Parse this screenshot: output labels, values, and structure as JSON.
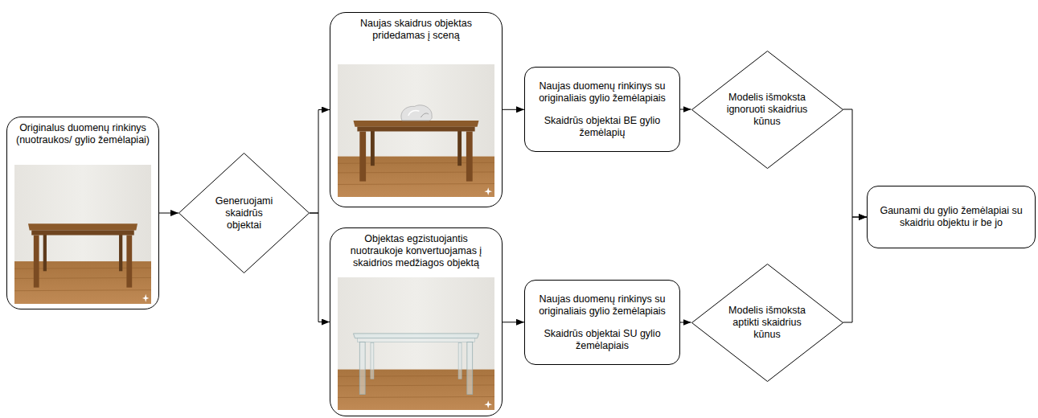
{
  "diagram": {
    "nodes": [
      {
        "text": [
          "Originalus duomenų rinkinys (nuotraukos/ gylio žemėlapiai)"
        ]
      },
      {
        "text": [
          "Generuojami skaidrūs objektai"
        ]
      },
      {
        "text": [
          "Naujas skaidrus objektas pridedamas į sceną"
        ]
      },
      {
        "text": [
          "Objektas egzistuojantis nuotraukoje konvertuojamas į skaidrios medžiagos objektą"
        ]
      },
      {
        "text": [
          "Naujas duomenų rinkinys su originaliais gylio žemėlapiais",
          "Skaidrūs objektai BE gylio žemėlapių"
        ]
      },
      {
        "text": [
          "Naujas duomenų rinkinys su originaliais gylio žemėlapiais",
          "Skaidrūs objektai SU gylio žemėlapiais"
        ]
      },
      {
        "text": [
          "Modelis išmoksta ignoruoti skaidrius kūnus"
        ]
      },
      {
        "text": [
          "Modelis išmoksta aptikti skaidrius kūnus"
        ]
      },
      {
        "text": [
          "Gaunami du gylio žemėlapiai su skaidriu objektu ir be jo"
        ]
      }
    ],
    "edges": [
      {
        "from": 0,
        "to": 1,
        "arrow": "to"
      },
      {
        "from": 1,
        "to": 2,
        "arrow": "to"
      },
      {
        "from": 1,
        "to": 3,
        "arrow": "to"
      },
      {
        "from": 2,
        "to": 4,
        "arrow": "to"
      },
      {
        "from": 3,
        "to": 5,
        "arrow": "to"
      },
      {
        "from": 4,
        "to": 6,
        "arrow": "to"
      },
      {
        "from": 5,
        "to": 7,
        "arrow": "to"
      },
      {
        "from": 6,
        "to": 8,
        "arrow": "to"
      },
      {
        "from": 7,
        "to": 8,
        "arrow": "to"
      }
    ]
  }
}
